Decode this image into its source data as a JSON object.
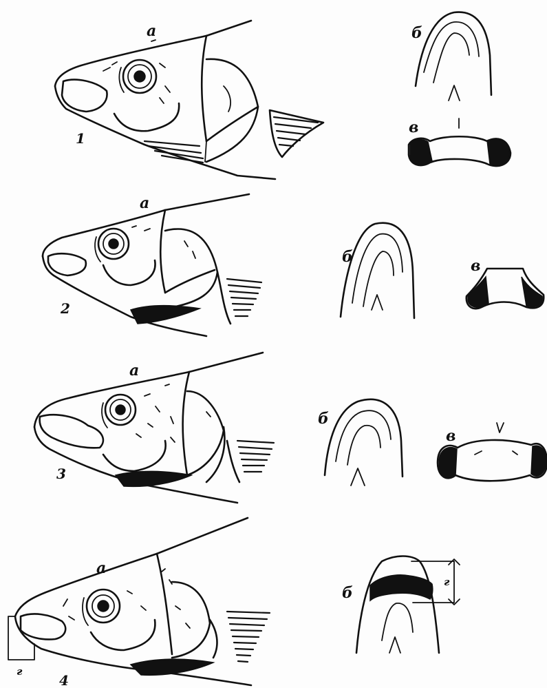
{
  "figure": {
    "rows": [
      {
        "number": "1",
        "head_label": "а",
        "dorsal_label": "б",
        "cross_label": "в"
      },
      {
        "number": "2",
        "head_label": "а",
        "dorsal_label": "б",
        "cross_label": "в"
      },
      {
        "number": "3",
        "head_label": "а",
        "dorsal_label": "б",
        "cross_label": "в"
      },
      {
        "number": "4",
        "head_label": "а",
        "dorsal_label": "б",
        "snout_measure_label": "г",
        "band_measure_label": "г"
      }
    ]
  }
}
